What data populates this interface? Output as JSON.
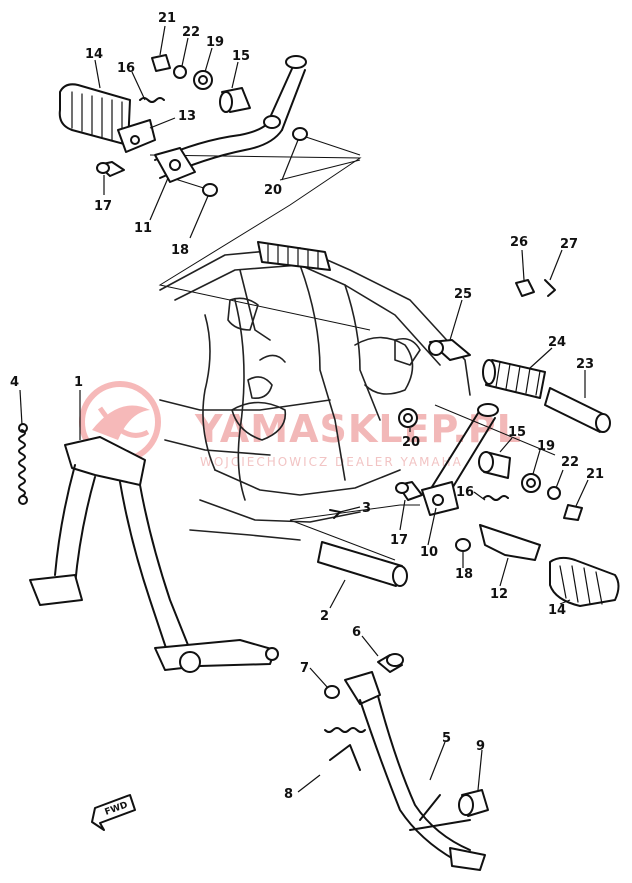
{
  "watermark": {
    "brand": "YAMASKLEP.PL",
    "subtitle": "WOJCIECHOWICZ DEALER YAMAHA"
  },
  "fwd_marker": "FWD",
  "callouts": [
    {
      "id": "c21a",
      "label": "21"
    },
    {
      "id": "c22a",
      "label": "22"
    },
    {
      "id": "c19a",
      "label": "19"
    },
    {
      "id": "c15a",
      "label": "15"
    },
    {
      "id": "c14a",
      "label": "14"
    },
    {
      "id": "c16a",
      "label": "16"
    },
    {
      "id": "c13",
      "label": "13"
    },
    {
      "id": "c17a",
      "label": "17"
    },
    {
      "id": "c11",
      "label": "11"
    },
    {
      "id": "c18a",
      "label": "18"
    },
    {
      "id": "c20a",
      "label": "20"
    },
    {
      "id": "c26",
      "label": "26"
    },
    {
      "id": "c27",
      "label": "27"
    },
    {
      "id": "c25",
      "label": "25"
    },
    {
      "id": "c24",
      "label": "24"
    },
    {
      "id": "c23",
      "label": "23"
    },
    {
      "id": "c4",
      "label": "4"
    },
    {
      "id": "c1",
      "label": "1"
    },
    {
      "id": "c20b",
      "label": "20"
    },
    {
      "id": "c15b",
      "label": "15"
    },
    {
      "id": "c19b",
      "label": "19"
    },
    {
      "id": "c22b",
      "label": "22"
    },
    {
      "id": "c21b",
      "label": "21"
    },
    {
      "id": "c16b",
      "label": "16"
    },
    {
      "id": "c3",
      "label": "3"
    },
    {
      "id": "c17b",
      "label": "17"
    },
    {
      "id": "c10",
      "label": "10"
    },
    {
      "id": "c18b",
      "label": "18"
    },
    {
      "id": "c12",
      "label": "12"
    },
    {
      "id": "c14b",
      "label": "14"
    },
    {
      "id": "c2",
      "label": "2"
    },
    {
      "id": "c6",
      "label": "6"
    },
    {
      "id": "c7",
      "label": "7"
    },
    {
      "id": "c5",
      "label": "5"
    },
    {
      "id": "c9",
      "label": "9"
    },
    {
      "id": "c8",
      "label": "8"
    }
  ]
}
